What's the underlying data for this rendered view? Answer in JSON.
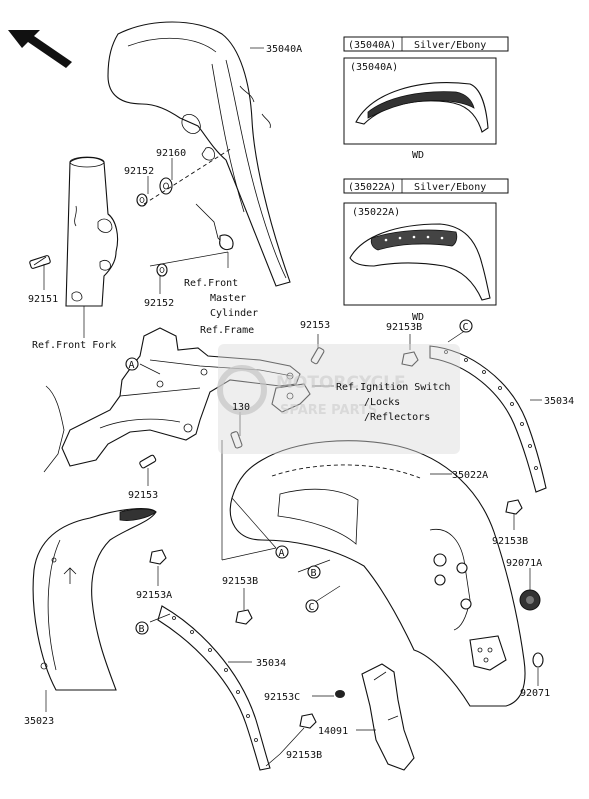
{
  "watermark": {
    "line1": "MOTORCYCLE",
    "line2": "SPARE PARTS"
  },
  "labels": {
    "p35040A": "35040A",
    "p92160": "92160",
    "p92152a": "92152",
    "p92152b": "92152",
    "p92151": "92151",
    "ref_front_fork": "Ref.Front Fork",
    "ref_master_1": "Ref.Front",
    "ref_master_2": "Master",
    "ref_master_3": "Cylinder",
    "ref_frame": "Ref.Frame",
    "p92153_top": "92153",
    "p92153B_top": "92153B",
    "ref_ign_1": "Ref.Ignition Switch",
    "ref_ign_2": "/Locks",
    "ref_ign_3": "/Reflectors",
    "p130": "130",
    "p35034_right": "35034",
    "p35022A": "35022A",
    "p92153_left": "92153",
    "p92153B_right": "92153B",
    "p92071A": "92071A",
    "p92153A": "92153A",
    "p92153B_mid": "92153B",
    "p35034_bottom": "35034",
    "p92071": "92071",
    "p35023": "35023",
    "p92153C": "92153C",
    "p14091": "14091",
    "p92153B_bottom": "92153B",
    "circle_A1": "A",
    "circle_A2": "A",
    "circle_B1": "B",
    "circle_B2": "B",
    "circle_C1": "C",
    "circle_C2": "C"
  },
  "variant_boxes": [
    {
      "header_code": "(35040A)",
      "header_color": "Silver/Ebony",
      "inner_code": "(35040A)",
      "caption": "WD"
    },
    {
      "header_code": "(35022A)",
      "header_color": "Silver/Ebony",
      "inner_code": "(35022A)",
      "caption": "WD"
    }
  ]
}
